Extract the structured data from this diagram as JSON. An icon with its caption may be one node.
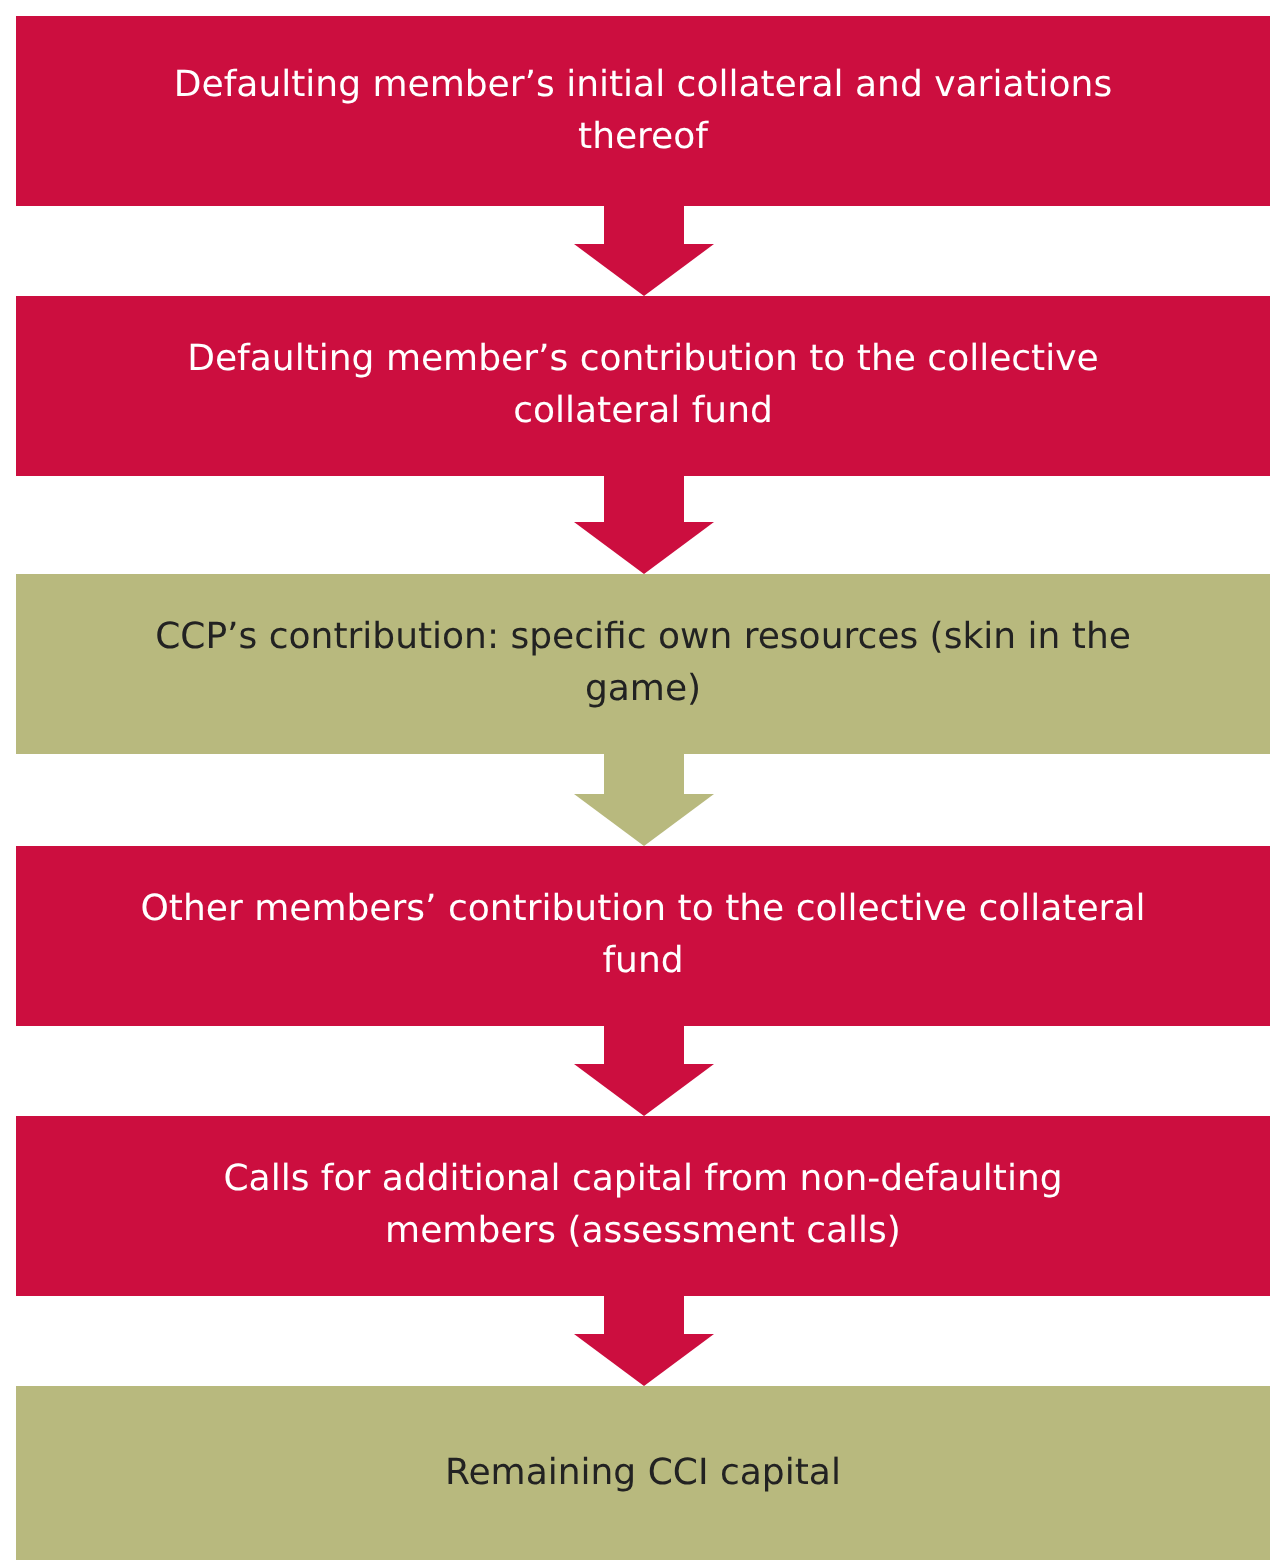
{
  "diagram": {
    "nodes": [
      {
        "text": [
          "Defaulting member’s initial collateral and variations thereof"
        ]
      },
      {
        "text": [
          "Defaulting member’s contribution to the collective collateral fund"
        ]
      },
      {
        "text": [
          "CCP’s contribution: specific own resources (skin in the game)"
        ]
      },
      {
        "text": [
          "Other members’ contribution to the collective collateral fund"
        ]
      },
      {
        "text": [
          "Calls for additional capital from non-defaulting members (assessment calls)"
        ]
      },
      {
        "text": [
          "Remaining CCI capital"
        ]
      }
    ],
    "edges": [
      {
        "from": 0,
        "to": 1,
        "arrow": "to"
      },
      {
        "from": 1,
        "to": 2,
        "arrow": "to"
      },
      {
        "from": 2,
        "to": 3,
        "arrow": "to",
        "color": "#b8b97e"
      },
      {
        "from": 3,
        "to": 4,
        "arrow": "to"
      },
      {
        "from": 4,
        "to": 5,
        "arrow": "to"
      }
    ]
  }
}
